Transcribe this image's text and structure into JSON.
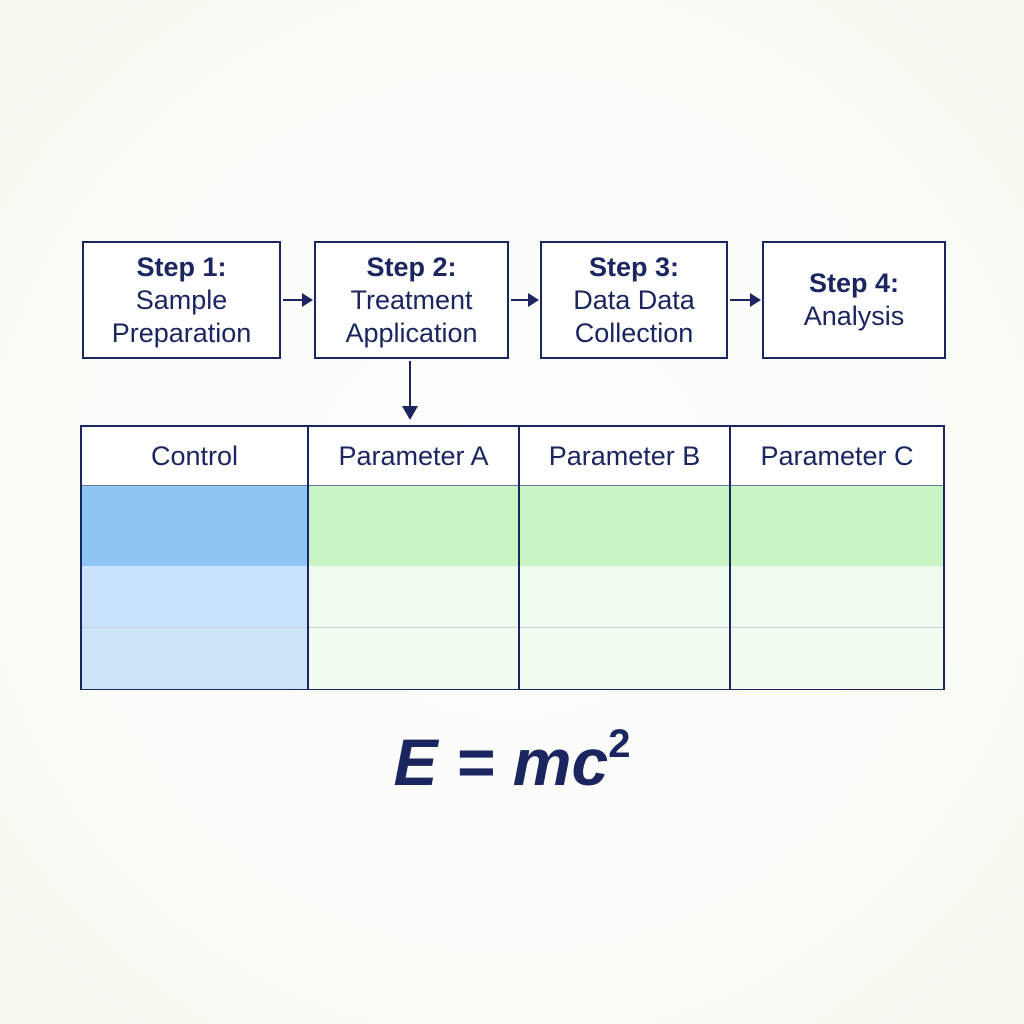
{
  "steps": [
    {
      "line1": "Step 1:",
      "line2": "Sample",
      "line3": "Preparation"
    },
    {
      "line1": "Step 2:",
      "line2": "Treatment",
      "line3": "Application"
    },
    {
      "line1": "Step 3:",
      "line2": "Data Data",
      "line3": "Collection"
    },
    {
      "line1": "Step 4:",
      "line2": "Analysis",
      "line3": ""
    }
  ],
  "table": {
    "headers": [
      "Control",
      "Parameter A",
      "Parameter B",
      "Parameter C"
    ],
    "colors": {
      "control": [
        "#8ec5f2",
        "#c8e3fb",
        "#cce5f9"
      ],
      "parameter": [
        "#c9f4c3",
        "#eefaeb",
        "#f1fbef"
      ]
    }
  },
  "formula": {
    "base": "E = mc",
    "exponent": "2"
  },
  "colors": {
    "ink": "#1b2560"
  }
}
